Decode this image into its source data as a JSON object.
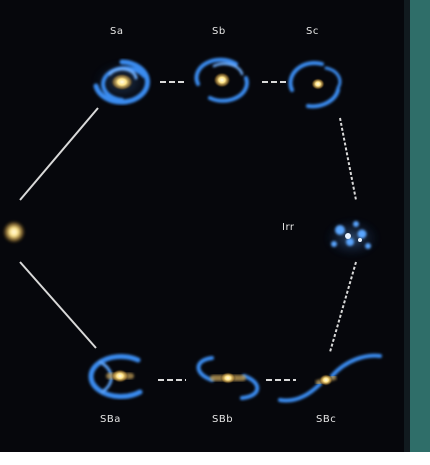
{
  "labels": {
    "sa": "Sa",
    "sb": "Sb",
    "sc": "Sc",
    "irr": "Irr",
    "sba": "SBa",
    "sbb": "SBb",
    "sbc": "SBc"
  },
  "colors": {
    "background": "#06070c",
    "right_band": "#2f6e69",
    "arm_blue": "#2f7fe0",
    "core": "#fff2b3",
    "connector": "#d9d9d9"
  }
}
